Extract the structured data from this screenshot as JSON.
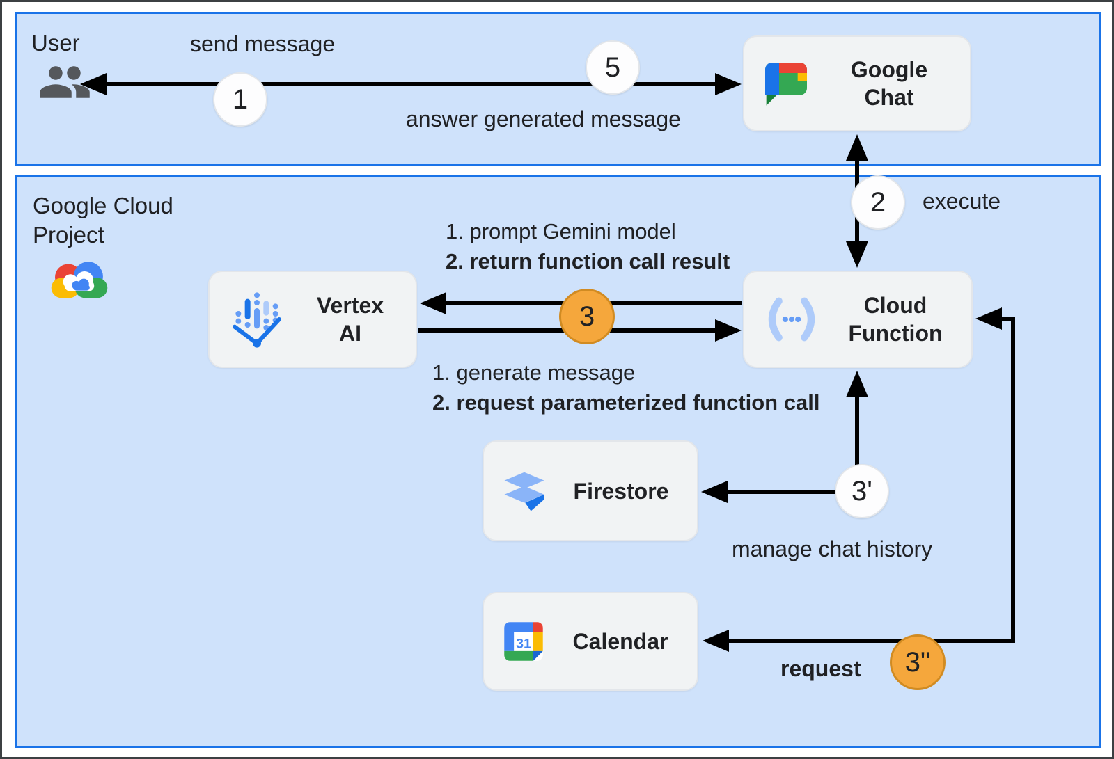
{
  "colors": {
    "panel_fill": "#cfe2fb",
    "panel_border": "#1a73e8",
    "node_fill": "#f1f3f4",
    "node_border": "#e3e6ea",
    "badge_orange": "#f5a73c",
    "badge_orange_border": "#d18b22",
    "arrow_color": "#000000",
    "text_color": "#202124"
  },
  "sections": {
    "user": {
      "label": "User"
    },
    "cloud_project": {
      "label_line1": "Google Cloud",
      "label_line2": "Project"
    }
  },
  "nodes": {
    "google_chat": {
      "line1": "Google",
      "line2": "Chat"
    },
    "vertex_ai": {
      "line1": "Vertex",
      "line2": "AI"
    },
    "cloud_function": {
      "line1": "Cloud",
      "line2": "Function"
    },
    "firestore": {
      "label": "Firestore"
    },
    "calendar": {
      "label": "Calendar"
    }
  },
  "badges": {
    "step1": "1",
    "step5": "5",
    "step2": "2",
    "step3": "3",
    "step3_prime": "3'",
    "step3_double_prime": "3\""
  },
  "labels": {
    "send_message": "send message",
    "answer_generated_message": "answer generated message",
    "execute": "execute",
    "vertex_above_1": "1. prompt Gemini model",
    "vertex_above_2": "2. return function call result",
    "vertex_below_1": "1. generate message",
    "vertex_below_2": "2. request parameterized function call",
    "manage_chat_history": "manage chat history",
    "request": "request"
  },
  "icons": {
    "user": "people-icon",
    "google_chat": "google-chat-icon",
    "google_cloud": "google-cloud-icon",
    "vertex_ai": "vertex-ai-icon",
    "cloud_function": "cloud-function-icon",
    "firestore": "firestore-icon",
    "calendar": "google-calendar-icon"
  }
}
